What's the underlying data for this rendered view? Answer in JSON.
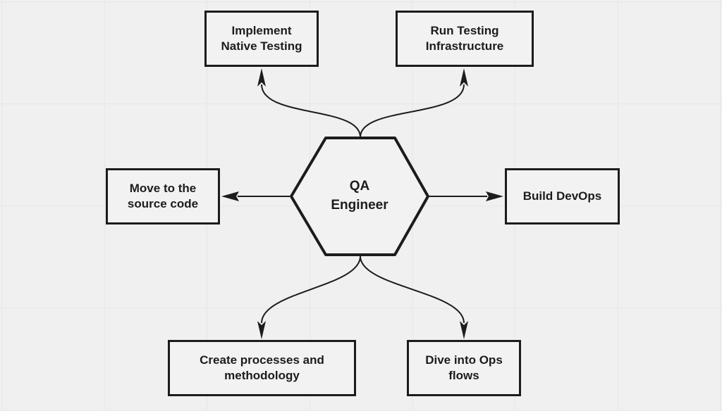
{
  "diagram": {
    "title": "QA Engineer growth directions mind map",
    "nodes": {
      "center": {
        "label": "QA\nEngineer",
        "shape": "hexagon"
      },
      "top_left": {
        "label": "Implement\nNative Testing",
        "shape": "rectangle"
      },
      "top_right": {
        "label": "Run Testing\nInfrastructure",
        "shape": "rectangle"
      },
      "left": {
        "label": "Move to the\nsource code",
        "shape": "rectangle"
      },
      "right": {
        "label": "Build DevOps",
        "shape": "rectangle"
      },
      "bottom_left": {
        "label": "Create processes and\nmethodology",
        "shape": "rectangle"
      },
      "bottom_right": {
        "label": "Dive into Ops\nflows",
        "shape": "rectangle"
      }
    },
    "edges": [
      {
        "from": "center",
        "to": "top_left",
        "style": "curved-arrow"
      },
      {
        "from": "center",
        "to": "top_right",
        "style": "curved-arrow"
      },
      {
        "from": "center",
        "to": "left",
        "style": "straight-arrow"
      },
      {
        "from": "center",
        "to": "right",
        "style": "straight-arrow"
      },
      {
        "from": "center",
        "to": "bottom_left",
        "style": "curved-arrow"
      },
      {
        "from": "center",
        "to": "bottom_right",
        "style": "curved-arrow"
      }
    ]
  },
  "colors": {
    "bg": "#f0f0f0",
    "grid": "#e7e7e7",
    "fill": "#f2f2f2",
    "line": "#1c1c1c",
    "text": "#1c1c1c"
  }
}
